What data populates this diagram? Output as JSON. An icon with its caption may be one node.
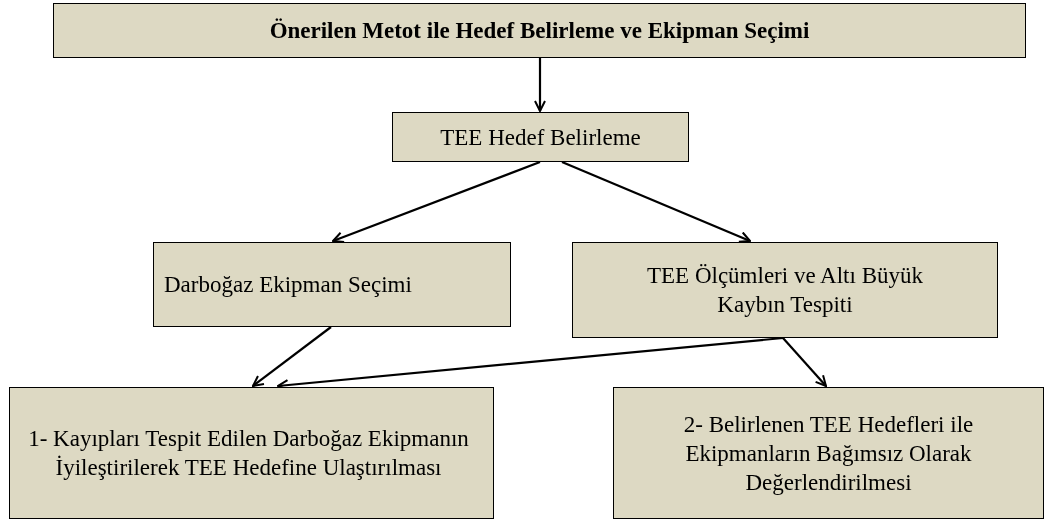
{
  "diagram": {
    "nodes": [
      {
        "text": [
          "Önerilen Metot ile Hedef Belirleme ve Ekipman Seçimi"
        ]
      },
      {
        "text": [
          "TEE Hedef Belirleme"
        ]
      },
      {
        "text": [
          "Darboğaz Ekipman Seçimi"
        ]
      },
      {
        "text": [
          "TEE Ölçümleri ve Altı Büyük Kaybın Tespiti"
        ]
      },
      {
        "text": [
          "1-  Kayıpları Tespit Edilen Darboğaz Ekipmanın İyileştirilerek TEE Hedefine Ulaştırılması"
        ]
      },
      {
        "text": [
          "2-  Belirlenen TEE Hedefleri ile Ekipmanların Bağımsız Olarak Değerlendirilmesi"
        ]
      }
    ],
    "edges": [
      {
        "from": 0,
        "to": 1,
        "arrow": "to"
      },
      {
        "from": 1,
        "to": 2,
        "arrow": "to"
      },
      {
        "from": 1,
        "to": 3,
        "arrow": "to"
      },
      {
        "from": 2,
        "to": 4,
        "arrow": "to"
      },
      {
        "from": 3,
        "to": 4,
        "arrow": "to"
      },
      {
        "from": 3,
        "to": 5,
        "arrow": "to"
      }
    ]
  }
}
